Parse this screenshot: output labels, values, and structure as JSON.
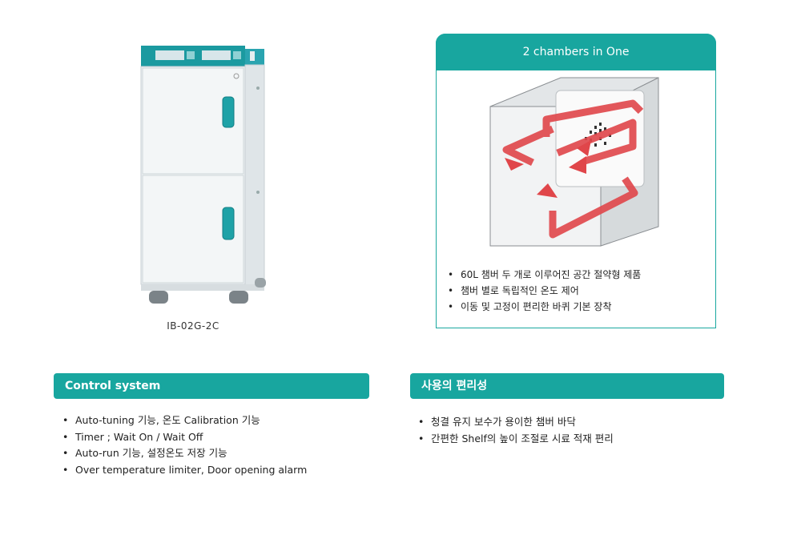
{
  "product": {
    "model_label": "IB-02G-2C",
    "body_color": "#eef2f4",
    "accent_color": "#18a69f"
  },
  "chambers_card": {
    "title": "2 chambers in One",
    "bullets": [
      "60L 챔버 두 개로 이루어진 공간 절약형 제품",
      "챔버 별로 독립적인 온도 제어",
      "이동 및 고정이 편리한 바퀴 기본 장착"
    ]
  },
  "control_system": {
    "title": "Control system",
    "bullets": [
      "Auto-tuning 기능, 온도 Calibration 기능",
      "Timer ; Wait On / Wait Off",
      "Auto-run 기능, 설정온도 저장 기능",
      "Over temperature limiter, Door opening alarm"
    ]
  },
  "convenience": {
    "title": "사용의 편리성",
    "bullets": [
      "청결 유지 보수가 용이한 챔버 바닥",
      "간편한 Shelf의 높이 조절로 시료 적재 편리"
    ]
  },
  "icons": {
    "bullet": "•"
  },
  "colors": {
    "teal": "#18a69f",
    "arrow_red": "#e0464a"
  }
}
